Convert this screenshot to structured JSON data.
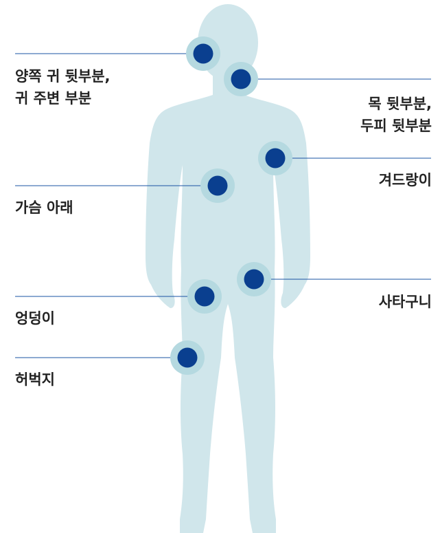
{
  "diagram": {
    "colors": {
      "body": "#d0e6eb",
      "marker_halo": "#b5d9e0",
      "marker_dot": "#0a3f8f",
      "leader_line": "#1a53a3",
      "text": "#222222"
    },
    "markers": [
      {
        "id": "ears",
        "icon": "lymph-node-marker",
        "lines": [
          "양쪽 귀 뒷부분,",
          "귀 주변 부분"
        ]
      },
      {
        "id": "neck",
        "icon": "lymph-node-marker",
        "lines": [
          "목 뒷부분,",
          "두피 뒷부분"
        ]
      },
      {
        "id": "shoulder",
        "icon": "lymph-node-marker",
        "lines": [
          "겨드랑이"
        ]
      },
      {
        "id": "chest",
        "icon": "lymph-node-marker",
        "lines": [
          "가슴 아래"
        ]
      },
      {
        "id": "groin",
        "icon": "lymph-node-marker",
        "lines": [
          "사타구니"
        ]
      },
      {
        "id": "buttocks",
        "icon": "lymph-node-marker",
        "lines": [
          "엉덩이"
        ]
      },
      {
        "id": "thigh",
        "icon": "lymph-node-marker",
        "lines": [
          "허벅지"
        ]
      }
    ]
  }
}
